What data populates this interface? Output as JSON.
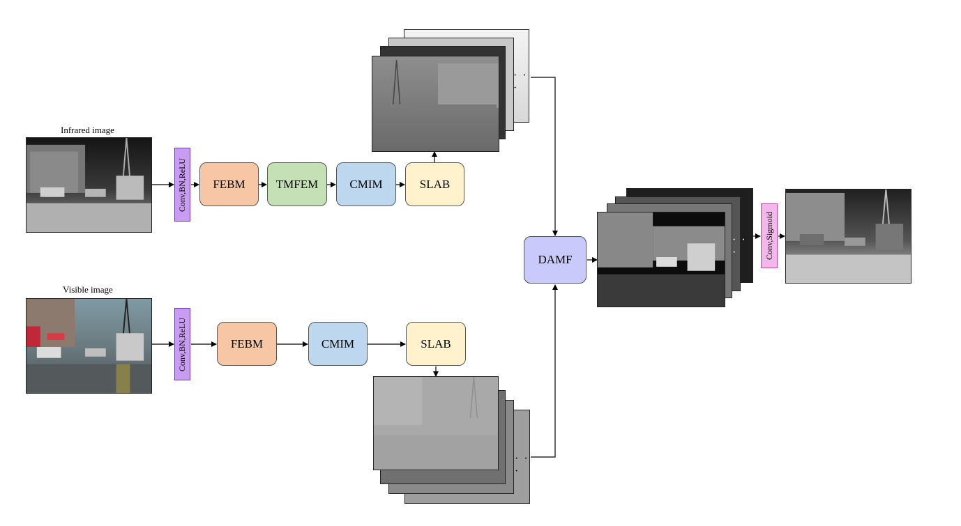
{
  "inputs": {
    "infrared_caption": "Infrared image",
    "visible_caption": "Visible image"
  },
  "conv_bn_relu_label": "Conv,BN,ReLU",
  "conv_sigmoid_label": "Conv,Sigmoid",
  "ir_branch": {
    "febm": "FEBM",
    "tmfem": "TMFEM",
    "cmim": "CMIM",
    "slab": "SLAB",
    "dots": "· · ·"
  },
  "vis_branch": {
    "febm": "FEBM",
    "cmim": "CMIM",
    "slab": "SLAB",
    "dots": "· · ·"
  },
  "fusion": {
    "damf": "DAMF",
    "dots": "· · ·"
  },
  "colors": {
    "febm": "#f6c6a5",
    "tmfem": "#c5e0b4",
    "cmim": "#bdd7ee",
    "slab": "#fff2cc",
    "damf": "#c9c9fb",
    "conv_bn_relu": "#c89cf0",
    "conv_sigmoid": "#f3b7ec"
  }
}
